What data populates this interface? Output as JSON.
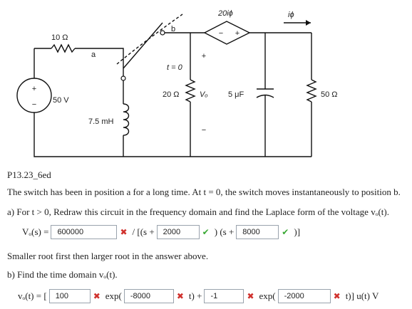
{
  "circuit": {
    "labels": {
      "r1": "10 Ω",
      "source": "50 V",
      "inductor": "7.5 mH",
      "a": "a",
      "b": "b",
      "switch_time": "t = 0",
      "r2": "20 Ω",
      "vo": "Vₒ",
      "cap": "5 μF",
      "r3": "50 Ω",
      "dep_source": "20iϕ",
      "current": "iϕ"
    }
  },
  "problem": {
    "id": "P13.23_6ed",
    "statement": "The switch has been in position a for a long time.  At t = 0, the switch moves instantaneously to position b.",
    "part_a": "a)  For t > 0, Redraw this circuit in the frequency domain and find the Laplace form of the voltage vₒ(t).",
    "note": "Smaller root first then larger root in the answer above.",
    "part_b": "b)  Find the time domain vₒ(t)."
  },
  "laplace_row": {
    "lead": "Vₒ(s) =",
    "num": "600000",
    "t1": "/ [(s +",
    "root1": "2000",
    "t2": ") (s +",
    "root2": "8000",
    "t3": ")]"
  },
  "time_row": {
    "lead": "vₒ(t) = [",
    "coef": "100",
    "t1": "exp(",
    "exp1": "-8000",
    "t2": "t) +",
    "coef2": "-1",
    "t3": "exp(",
    "exp2": "-2000",
    "t4": "t)] u(t) V"
  },
  "status": {
    "bad": "✖",
    "ok": "✔"
  },
  "colors": {
    "bad": "#d0312d",
    "ok": "#3aa935"
  }
}
